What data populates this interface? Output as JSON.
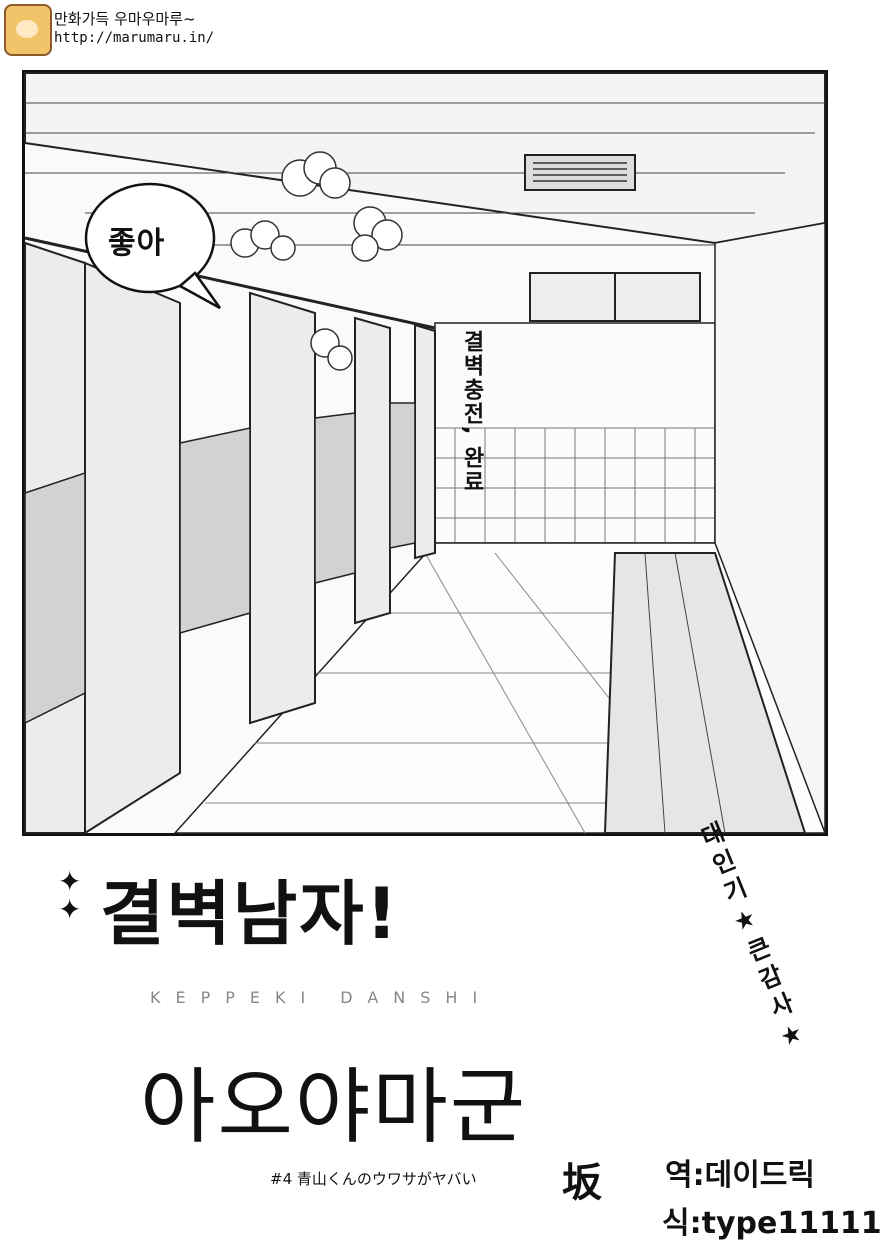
{
  "watermark": {
    "line1": "만화가득 우마우마루~",
    "line2": "http://marumaru.in/"
  },
  "panel": {
    "speech_bubble": "좋아",
    "caption_vertical": "결벽충전, 완료"
  },
  "title": {
    "main": "결벽남자!",
    "romaji": "KEPPEKI DANSHI",
    "sub": "아오야마군",
    "episode": "#4  青山くんのウワサがヤバい"
  },
  "side_note": "대인기★큰감사★",
  "credits": {
    "author_kanji": "坂",
    "translation": "역:데이드릭",
    "typesetting": "식:type11111"
  }
}
